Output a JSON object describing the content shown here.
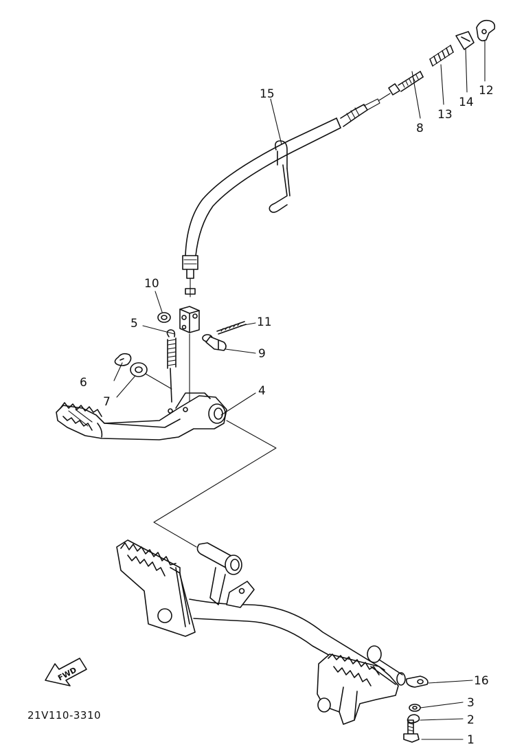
{
  "diagram_code": "21V110-3310",
  "fwd_label": "FWD",
  "part_labels": {
    "p1": "1",
    "p2": "2",
    "p3": "3",
    "p4": "4",
    "p5": "5",
    "p6": "6",
    "p7": "7",
    "p8": "8",
    "p9": "9",
    "p10": "10",
    "p11": "11",
    "p12": "12",
    "p13": "13",
    "p14": "14",
    "p15": "15",
    "p16": "16"
  }
}
